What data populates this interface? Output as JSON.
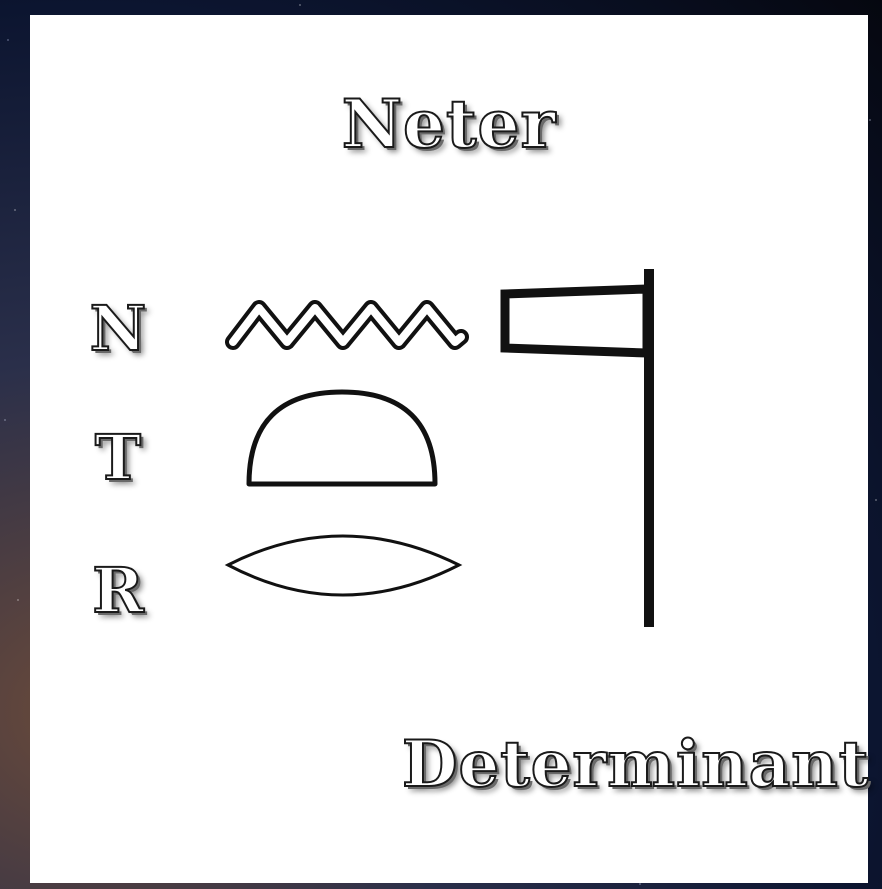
{
  "title": "Neter",
  "letters": [
    "N",
    "T",
    "R"
  ],
  "glyphs": [
    {
      "letter": "N",
      "sign": "water-zigzag"
    },
    {
      "letter": "T",
      "sign": "bread-loaf-semicircle"
    },
    {
      "letter": "R",
      "sign": "mouth-lens"
    }
  ],
  "determinative": {
    "sign": "flag-on-pole",
    "label": "Determinant"
  },
  "colors": {
    "card": "#ffffff",
    "ink": "#111111",
    "background": "#0c1530"
  }
}
